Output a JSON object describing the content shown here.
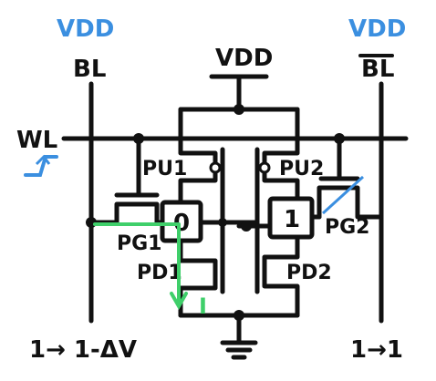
{
  "supply": {
    "vdd_top": "VDD",
    "vdd_left": "VDD",
    "vdd_right": "VDD"
  },
  "lines": {
    "bitline": "BL",
    "bitline_bar": "BL",
    "wordline": "WL"
  },
  "transistors": {
    "pu1": "PU1",
    "pu2": "PU2",
    "pd1": "PD1",
    "pd2": "PD2",
    "pg1": "PG1",
    "pg2": "PG2"
  },
  "nodes": {
    "left_storage": "0",
    "right_storage": "1"
  },
  "current": {
    "label": "I"
  },
  "transitions": {
    "bl": "1→ 1-ΔV",
    "blb": "1→1"
  },
  "colors": {
    "ink": "#111111",
    "vdd_blue": "#3b8fe0",
    "current_green": "#3fcf6a",
    "pg2_marker": "#3b8fe0"
  }
}
